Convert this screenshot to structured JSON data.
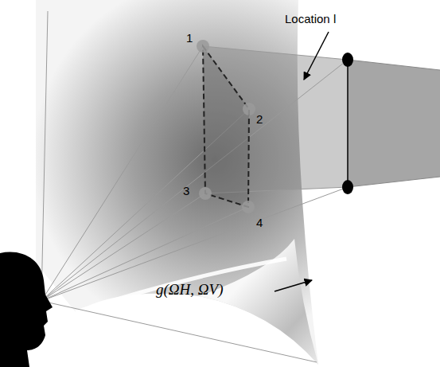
{
  "diagram": {
    "labels": [
      "Location l",
      "1",
      "2",
      "3",
      "4",
      "g(ΩH, ΩV)"
    ]
  }
}
